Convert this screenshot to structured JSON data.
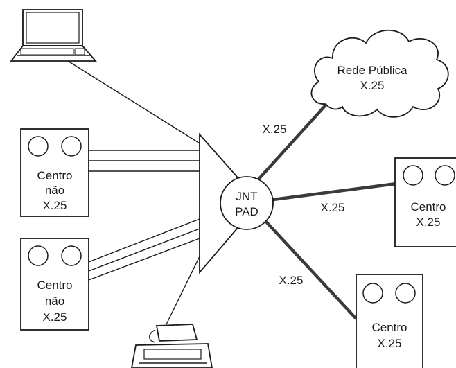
{
  "pad": {
    "line1": "JNT",
    "line2": "PAD"
  },
  "cloud": {
    "line1": "Rede Pública",
    "line2": "X.25"
  },
  "links": {
    "cloud": "X.25",
    "center_right": "X.25",
    "center_bottom": "X.25"
  },
  "centers": {
    "left_top": {
      "line1": "Centro",
      "line2": "não",
      "line3": "X.25"
    },
    "left_bottom": {
      "line1": "Centro",
      "line2": "não",
      "line3": "X.25"
    },
    "right": {
      "line1": "Centro",
      "line2": "X.25"
    },
    "bottom": {
      "line1": "Centro",
      "line2": "X.25"
    }
  },
  "icons": [
    "laptop-icon",
    "printer-icon",
    "cloud-icon",
    "pad-node-icon"
  ]
}
